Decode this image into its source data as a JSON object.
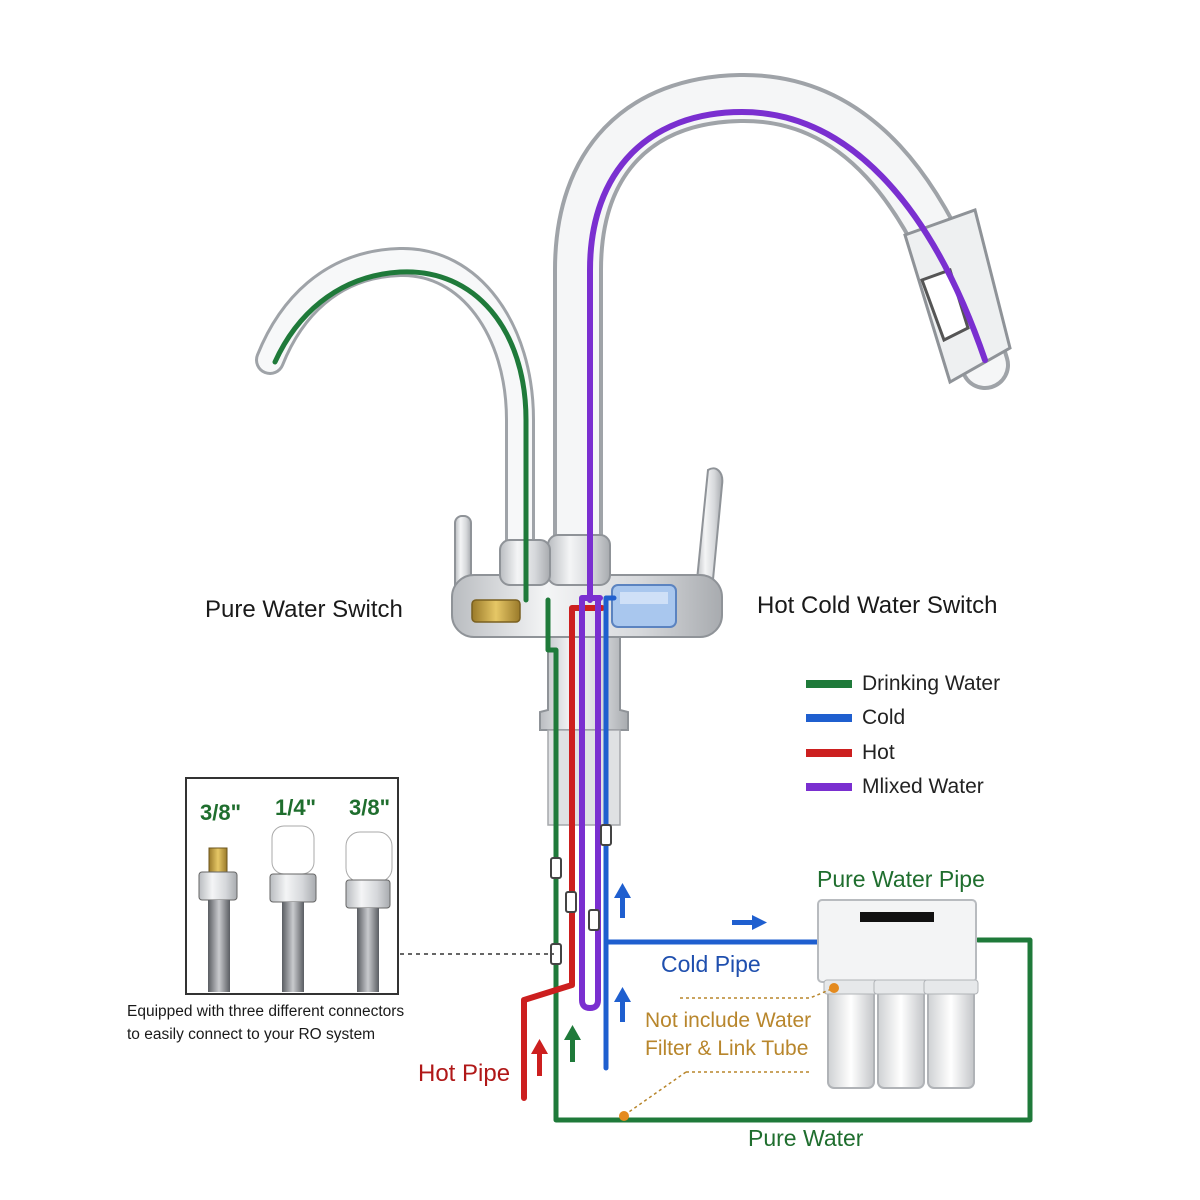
{
  "labels": {
    "pure_water_switch": "Pure Water Switch",
    "hot_cold_water_switch": "Hot Cold Water Switch",
    "pure_water_pipe": "Pure Water Pipe",
    "cold_pipe": "Cold Pipe",
    "hot_pipe": "Hot Pipe",
    "pure_water": "Pure Water",
    "not_include_line1": "Not include Water",
    "not_include_line2": "Filter & Link Tube"
  },
  "legend": [
    {
      "label": "Drinking Water",
      "color": "#1f7a3a"
    },
    {
      "label": "Cold",
      "color": "#1f5fcf"
    },
    {
      "label": "Hot",
      "color": "#cc1f1f"
    },
    {
      "label": "Mlixed Water",
      "color": "#7a2fd0"
    }
  ],
  "connectors": {
    "sizes": [
      "3/8\"",
      "1/4\"",
      "3/8\""
    ],
    "note_line1": "Equipped with three different connectors",
    "note_line2": "to easily connect to your RO system"
  },
  "colors": {
    "drinking": "#1f7a3a",
    "cold": "#1f5fcf",
    "hot": "#cc1f1f",
    "mixed": "#7a2fd0",
    "note": "#b8862c"
  }
}
